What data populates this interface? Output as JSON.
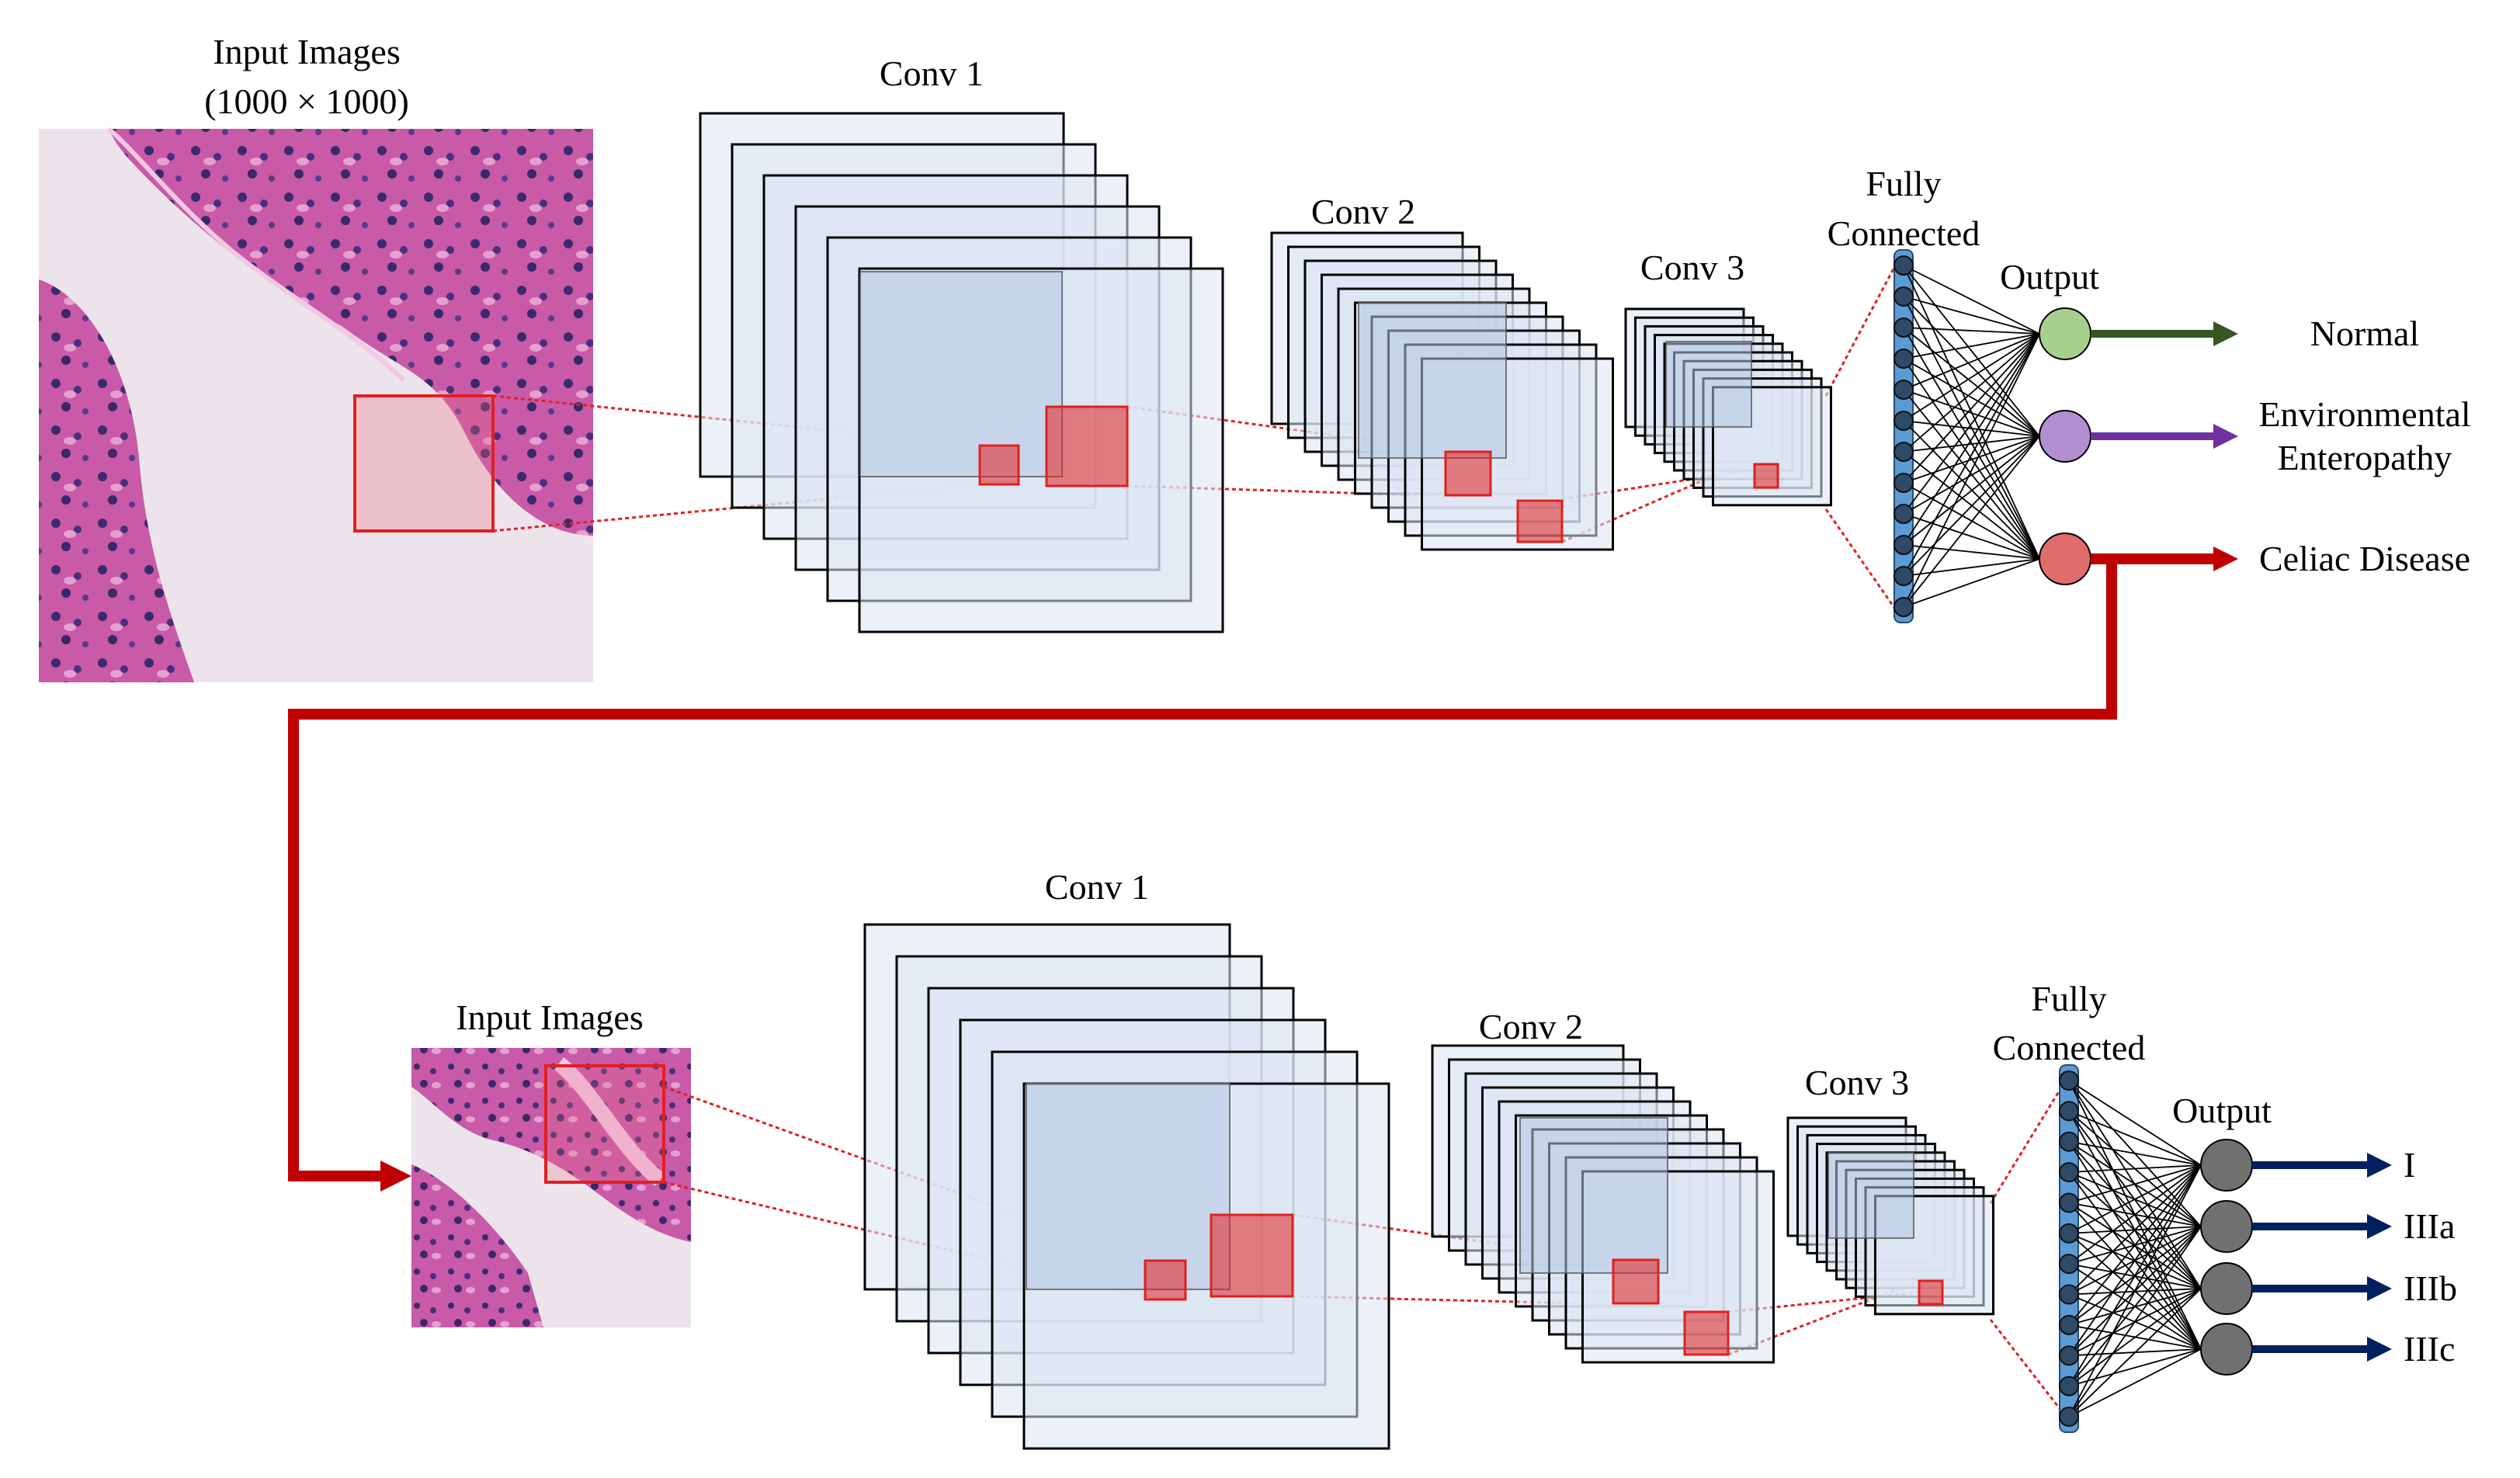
{
  "colors": {
    "layer_fill": "#dce6f2",
    "layer_core": "#b4c6e2",
    "highlight": "#e02020",
    "fc_bar": "#5b9bd5",
    "fc_node": "#2e4a66",
    "out_normal": "#a8d08d",
    "out_environmental": "#b18fd1",
    "out_celiac": "#e06c6c",
    "out_sub": "#707070",
    "arrow_normal": "#375623",
    "arrow_environmental": "#7030a0",
    "arrow_celiac": "#c00000",
    "arrow_sub": "#002060",
    "link_red": "#c00000"
  },
  "stage1": {
    "input_title": "Input Images",
    "input_size": "(1000 × 1000)",
    "conv1": "Conv 1",
    "conv2": "Conv 2",
    "conv3": "Conv 3",
    "fc_line1": "Fully",
    "fc_line2": "Connected",
    "output": "Output",
    "classes": [
      {
        "lines": [
          "Normal"
        ]
      },
      {
        "lines": [
          "Environmental",
          "Enteropathy"
        ]
      },
      {
        "lines": [
          "Celiac Disease"
        ]
      }
    ]
  },
  "stage2": {
    "input_title": "Input Images",
    "conv1": "Conv 1",
    "conv2": "Conv 2",
    "conv3": "Conv 3",
    "fc_line1": "Fully",
    "fc_line2": "Connected",
    "output": "Output",
    "classes": [
      {
        "lines": [
          "I"
        ]
      },
      {
        "lines": [
          "IIIa"
        ]
      },
      {
        "lines": [
          "IIIb"
        ]
      },
      {
        "lines": [
          "IIIc"
        ]
      }
    ]
  }
}
